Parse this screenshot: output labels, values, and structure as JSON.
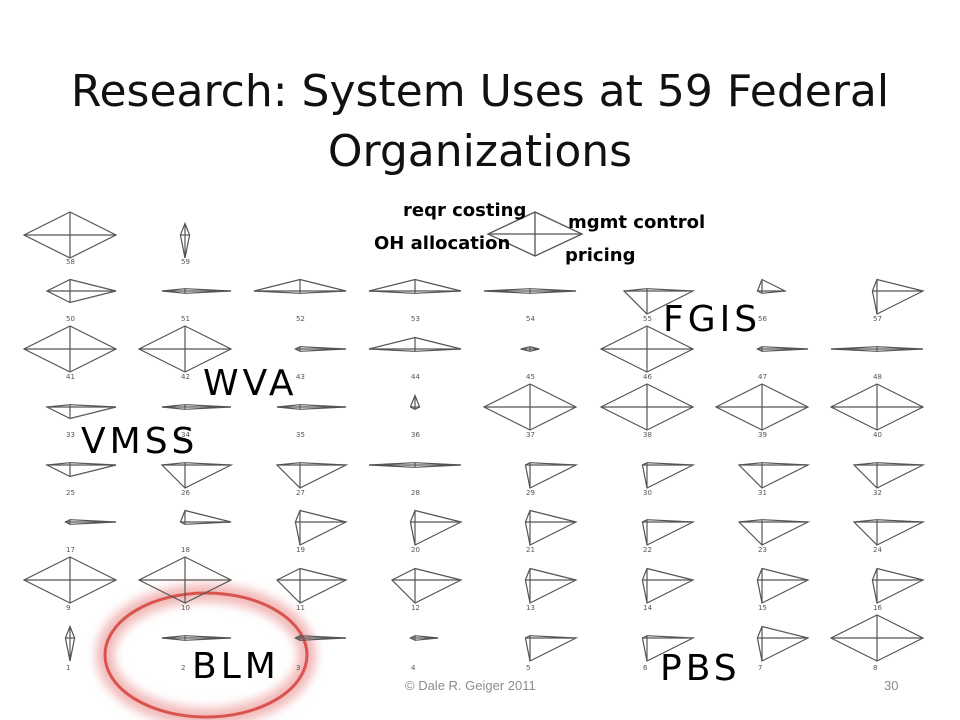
{
  "title": "Research: System Uses at 59 Federal Organizations",
  "legend": {
    "top": "reqr costing",
    "right": "mgmt control",
    "left": "OH allocation",
    "bottom": "pricing"
  },
  "callouts": {
    "fgis": "FGIS",
    "wva": "WVA",
    "vmss": "VMSS",
    "blm": "BLM",
    "pbs": "PBS"
  },
  "highlight_color": "#d9534f",
  "organizations": [
    {
      "id": "58",
      "up": 1.0,
      "right": 1.0,
      "down": 1.0,
      "left": 1.0
    },
    {
      "id": "59",
      "up": 0.5,
      "right": 0.1,
      "down": 1.0,
      "left": 0.1
    },
    {
      "id": "50",
      "up": 0.5,
      "right": 1.0,
      "down": 0.5,
      "left": 0.5
    },
    {
      "id": "51",
      "up": 0.1,
      "right": 1.0,
      "down": 0.1,
      "left": 0.5
    },
    {
      "id": "52",
      "up": 0.5,
      "right": 1.0,
      "down": 0.1,
      "left": 1.0
    },
    {
      "id": "53",
      "up": 0.5,
      "right": 1.0,
      "down": 0.1,
      "left": 1.0
    },
    {
      "id": "54",
      "up": 0.1,
      "right": 1.0,
      "down": 0.1,
      "left": 1.0
    },
    {
      "id": "55",
      "up": 0.1,
      "right": 1.0,
      "down": 1.0,
      "left": 0.5
    },
    {
      "id": "56",
      "up": 0.5,
      "right": 0.5,
      "down": 0.1,
      "left": 0.1
    },
    {
      "id": "57",
      "up": 0.5,
      "right": 1.0,
      "down": 1.0,
      "left": 0.1
    },
    {
      "id": "41",
      "up": 1.0,
      "right": 1.0,
      "down": 1.0,
      "left": 1.0
    },
    {
      "id": "42",
      "up": 1.0,
      "right": 1.0,
      "down": 1.0,
      "left": 1.0
    },
    {
      "id": "43",
      "up": 0.1,
      "right": 1.0,
      "down": 0.1,
      "left": 0.1
    },
    {
      "id": "44",
      "up": 0.5,
      "right": 1.0,
      "down": 0.1,
      "left": 1.0
    },
    {
      "id": "45",
      "up": 0.1,
      "right": 0.2,
      "down": 0.1,
      "left": 0.2
    },
    {
      "id": "46",
      "up": 1.0,
      "right": 1.0,
      "down": 1.0,
      "left": 1.0
    },
    {
      "id": "47",
      "up": 0.1,
      "right": 1.0,
      "down": 0.1,
      "left": 0.1
    },
    {
      "id": "48",
      "up": 0.1,
      "right": 1.0,
      "down": 0.1,
      "left": 1.0
    },
    {
      "id": "33",
      "up": 0.1,
      "right": 1.0,
      "down": 0.5,
      "left": 0.5
    },
    {
      "id": "34",
      "up": 0.1,
      "right": 1.0,
      "down": 0.1,
      "left": 0.5
    },
    {
      "id": "35",
      "up": 0.1,
      "right": 1.0,
      "down": 0.1,
      "left": 0.5
    },
    {
      "id": "36",
      "up": 0.5,
      "right": 0.1,
      "down": 0.1,
      "left": 0.1
    },
    {
      "id": "37",
      "up": 1.0,
      "right": 1.0,
      "down": 1.0,
      "left": 1.0
    },
    {
      "id": "38",
      "up": 1.0,
      "right": 1.0,
      "down": 1.0,
      "left": 1.0
    },
    {
      "id": "39",
      "up": 1.0,
      "right": 1.0,
      "down": 1.0,
      "left": 1.0
    },
    {
      "id": "40",
      "up": 1.0,
      "right": 1.0,
      "down": 1.0,
      "left": 1.0
    },
    {
      "id": "25",
      "up": 0.1,
      "right": 1.0,
      "down": 0.5,
      "left": 0.5
    },
    {
      "id": "26",
      "up": 0.1,
      "right": 1.0,
      "down": 1.0,
      "left": 0.5
    },
    {
      "id": "27",
      "up": 0.1,
      "right": 1.0,
      "down": 1.0,
      "left": 0.5
    },
    {
      "id": "28",
      "up": 0.1,
      "right": 1.0,
      "down": 0.1,
      "left": 1.0
    },
    {
      "id": "29",
      "up": 0.1,
      "right": 1.0,
      "down": 1.0,
      "left": 0.1
    },
    {
      "id": "30",
      "up": 0.1,
      "right": 1.0,
      "down": 1.0,
      "left": 0.1
    },
    {
      "id": "31",
      "up": 0.1,
      "right": 1.0,
      "down": 1.0,
      "left": 0.5
    },
    {
      "id": "32",
      "up": 0.1,
      "right": 1.0,
      "down": 1.0,
      "left": 0.5
    },
    {
      "id": "17",
      "up": 0.1,
      "right": 1.0,
      "down": 0.1,
      "left": 0.1
    },
    {
      "id": "18",
      "up": 0.5,
      "right": 1.0,
      "down": 0.1,
      "left": 0.1
    },
    {
      "id": "19",
      "up": 0.5,
      "right": 1.0,
      "down": 1.0,
      "left": 0.1
    },
    {
      "id": "20",
      "up": 0.5,
      "right": 1.0,
      "down": 1.0,
      "left": 0.1
    },
    {
      "id": "21",
      "up": 0.5,
      "right": 1.0,
      "down": 1.0,
      "left": 0.1
    },
    {
      "id": "22",
      "up": 0.1,
      "right": 1.0,
      "down": 1.0,
      "left": 0.1
    },
    {
      "id": "23",
      "up": 0.1,
      "right": 1.0,
      "down": 1.0,
      "left": 0.5
    },
    {
      "id": "24",
      "up": 0.1,
      "right": 1.0,
      "down": 1.0,
      "left": 0.5
    },
    {
      "id": "9",
      "up": 1.0,
      "right": 1.0,
      "down": 1.0,
      "left": 1.0
    },
    {
      "id": "10",
      "up": 1.0,
      "right": 1.0,
      "down": 1.0,
      "left": 1.0
    },
    {
      "id": "11",
      "up": 0.5,
      "right": 1.0,
      "down": 1.0,
      "left": 0.5
    },
    {
      "id": "12",
      "up": 0.5,
      "right": 1.0,
      "down": 1.0,
      "left": 0.5
    },
    {
      "id": "13",
      "up": 0.5,
      "right": 1.0,
      "down": 1.0,
      "left": 0.1
    },
    {
      "id": "14",
      "up": 0.5,
      "right": 1.0,
      "down": 1.0,
      "left": 0.1
    },
    {
      "id": "15",
      "up": 0.5,
      "right": 1.0,
      "down": 1.0,
      "left": 0.1
    },
    {
      "id": "16",
      "up": 0.5,
      "right": 1.0,
      "down": 1.0,
      "left": 0.1
    },
    {
      "id": "1",
      "up": 0.5,
      "right": 0.1,
      "down": 1.0,
      "left": 0.1
    },
    {
      "id": "2",
      "up": 0.1,
      "right": 1.0,
      "down": 0.1,
      "left": 0.5
    },
    {
      "id": "3",
      "up": 0.1,
      "right": 1.0,
      "down": 0.1,
      "left": 0.1
    },
    {
      "id": "4",
      "up": 0.1,
      "right": 0.5,
      "down": 0.1,
      "left": 0.1
    },
    {
      "id": "5",
      "up": 0.1,
      "right": 1.0,
      "down": 1.0,
      "left": 0.1
    },
    {
      "id": "6",
      "up": 0.1,
      "right": 1.0,
      "down": 1.0,
      "left": 0.1
    },
    {
      "id": "7",
      "up": 0.5,
      "right": 1.0,
      "down": 1.0,
      "left": 0.1
    },
    {
      "id": "8",
      "up": 1.0,
      "right": 1.0,
      "down": 1.0,
      "left": 1.0
    }
  ],
  "footer": {
    "credit": "© Dale R. Geiger 2011",
    "page": "30"
  }
}
